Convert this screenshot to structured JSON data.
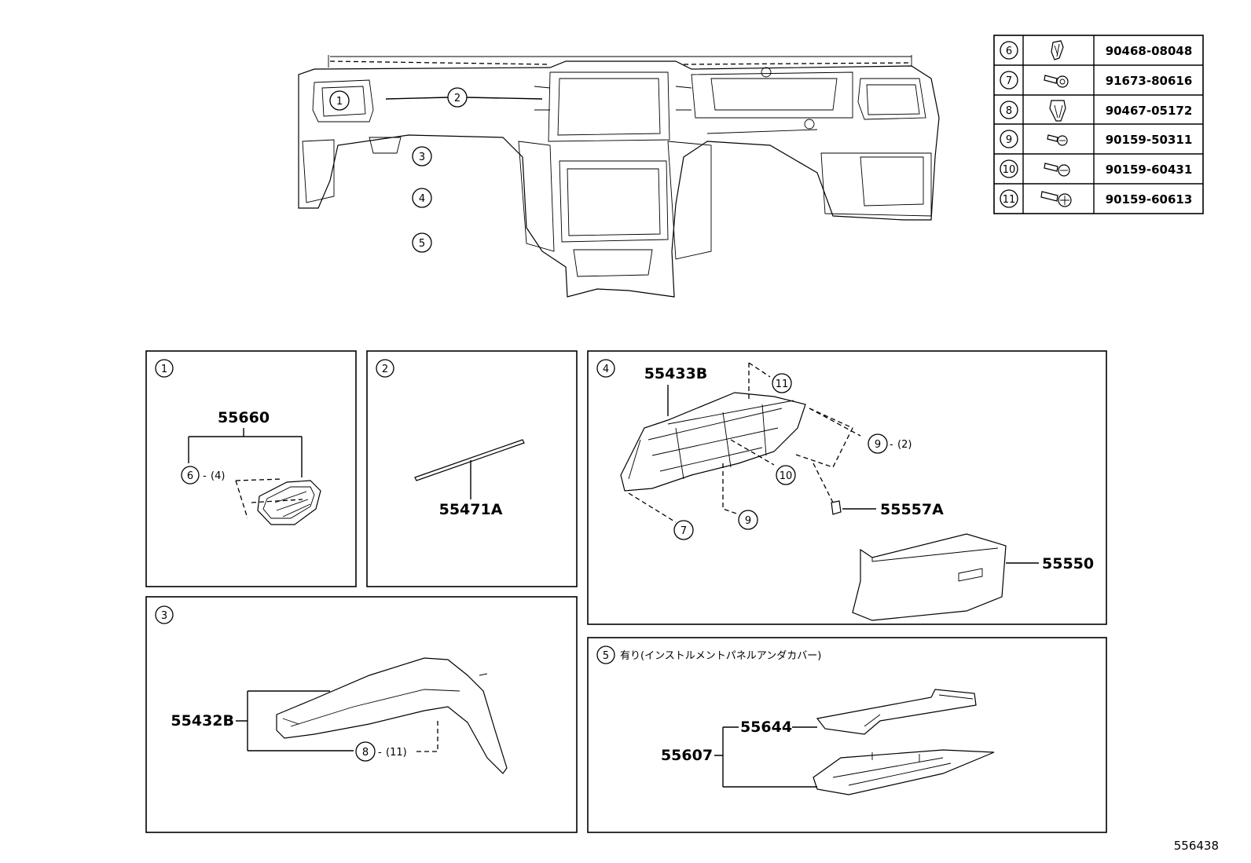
{
  "overview": {
    "callouts": [
      "1",
      "2",
      "3",
      "4",
      "5"
    ]
  },
  "fastener_table": {
    "rows": [
      {
        "ref": "6",
        "part_no": "90468-08048",
        "icon": "clip-icon"
      },
      {
        "ref": "7",
        "part_no": "91673-80616",
        "icon": "bolt-icon"
      },
      {
        "ref": "8",
        "part_no": "90467-05172",
        "icon": "clip-icon"
      },
      {
        "ref": "9",
        "part_no": "90159-50311",
        "icon": "screw-icon"
      },
      {
        "ref": "10",
        "part_no": "90159-60431",
        "icon": "screw-icon"
      },
      {
        "ref": "11",
        "part_no": "90159-60613",
        "icon": "screw-icon"
      }
    ]
  },
  "panel1": {
    "ref": "1",
    "part": "55660",
    "fastener": "6",
    "qty": "(4)"
  },
  "panel2": {
    "ref": "2",
    "part": "55471A"
  },
  "panel3": {
    "ref": "3",
    "part": "55432B",
    "fastener": "8",
    "qty": "(11)"
  },
  "panel4": {
    "ref": "4",
    "part_main": "55433B",
    "part_box": "55550",
    "part_small": "55557A",
    "f11": "11",
    "f9a": "9",
    "f9a_qty": "(2)",
    "f10": "10",
    "f9b": "9",
    "f7": "7"
  },
  "panel5": {
    "ref": "5",
    "note": "有り(インストルメントパネルアンダカバー)",
    "part_a": "55644",
    "part_b": "55607"
  },
  "diagram_id": "556438"
}
